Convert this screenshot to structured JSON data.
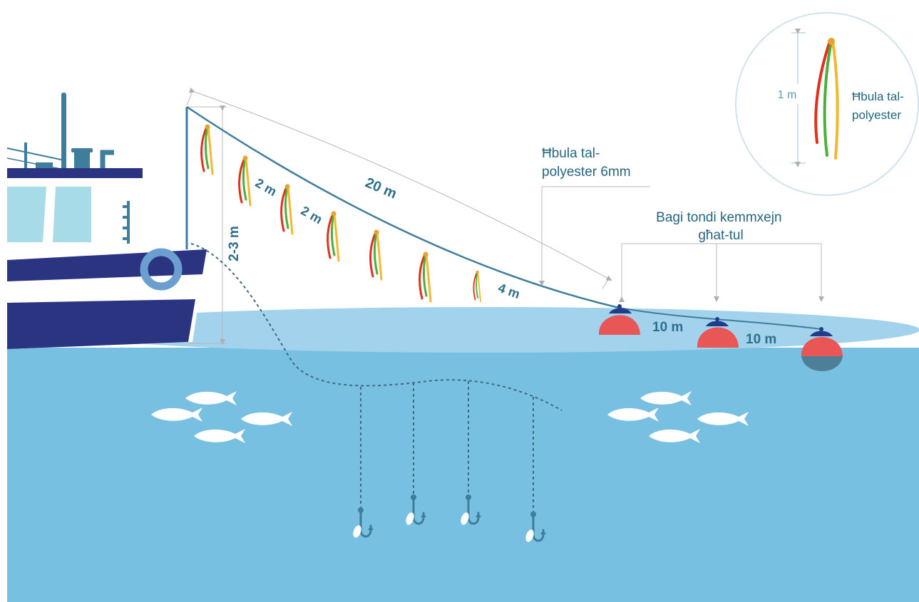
{
  "labels": {
    "line_note_line1": "Ħbula tal-",
    "line_note_line2": "polyester 6mm",
    "buoy_note_line1": "Bagi tondi kemmxejn",
    "buoy_note_line2": "għat-tul",
    "inset_note_line1": "Ħbula tal-",
    "inset_note_line2": "polyester",
    "inset_height": "1 m"
  },
  "dimensions": {
    "line_length": "20 m",
    "pole_height": "2-3 m",
    "streamer_gap_1": "2 m",
    "streamer_gap_2": "2 m",
    "last_gap": "4 m",
    "buoy_gap_1": "10 m",
    "buoy_gap_2": "10 m"
  },
  "colors": {
    "sea": "#78c0e2",
    "sea_surface": "#a2d2ec",
    "hull_blue": "#2b3480",
    "buoy_red": "#e85656",
    "buoy_cap": "#1f3d8c",
    "line": "#3e7e9c",
    "streamer_red": "#e2301e",
    "streamer_green": "#4caf3b",
    "streamer_yellow": "#f4b830"
  }
}
